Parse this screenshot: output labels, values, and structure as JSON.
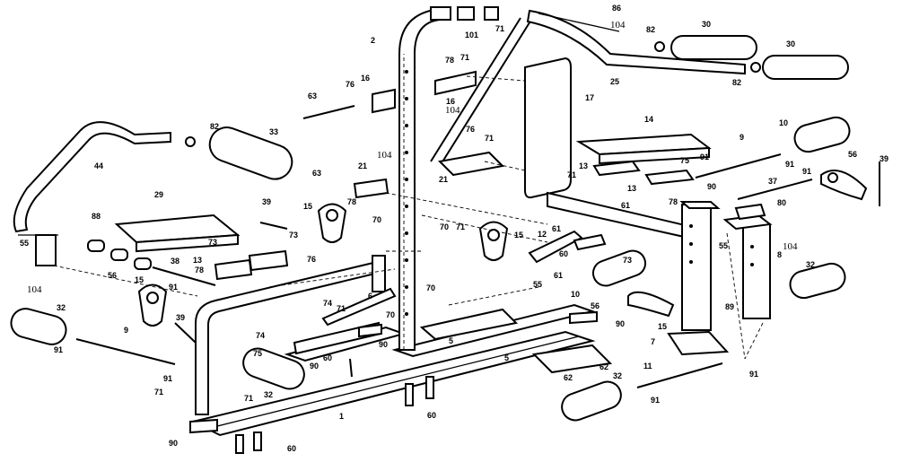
{
  "labels": {
    "l1": "1",
    "l2": "2",
    "l5a": "5",
    "l5b": "5",
    "l6": "6",
    "l7": "7",
    "l8": "8",
    "l9a": "9",
    "l9b": "9",
    "l10a": "10",
    "l10b": "10",
    "l11": "11",
    "l12": "12",
    "l13a": "13",
    "l13b": "13",
    "l13c": "13",
    "l14": "14",
    "l15a": "15",
    "l15b": "15",
    "l15c": "15",
    "l15d": "15",
    "l16a": "16",
    "l16b": "16",
    "l17": "17",
    "l21a": "21",
    "l21b": "21",
    "l25": "25",
    "l29": "29",
    "l30a": "30",
    "l30b": "30",
    "l32a": "32",
    "l32b": "32",
    "l32c": "32",
    "l32d": "32",
    "l33": "33",
    "l37": "37",
    "l38": "38",
    "l39a": "39",
    "l39b": "39",
    "l39c": "39",
    "l44": "44",
    "l55a": "55",
    "l55b": "55",
    "l55c": "55",
    "l56a": "56",
    "l56b": "56",
    "l56c": "56",
    "l60a": "60",
    "l60b": "60",
    "l60c": "60",
    "l60d": "60",
    "l61a": "61",
    "l61b": "61",
    "l61c": "61",
    "l62a": "62",
    "l62b": "62",
    "l63a": "63",
    "l63b": "63",
    "l70a": "70",
    "l70b": "70",
    "l70c": "70",
    "l70d": "70",
    "l71a": "71",
    "l71b": "71",
    "l71c": "71",
    "l71d": "71",
    "l71e": "71",
    "l71f": "71",
    "l71g": "71",
    "l71h": "71",
    "l73a": "73",
    "l73b": "73",
    "l73c": "73",
    "l74a": "74",
    "l74b": "74",
    "l75a": "75",
    "l75b": "75",
    "l76a": "76",
    "l76b": "76",
    "l76c": "76",
    "l78a": "78",
    "l78b": "78",
    "l78c": "78",
    "l78d": "78",
    "l80": "80",
    "l82a": "82",
    "l82b": "82",
    "l82c": "82",
    "l86": "86",
    "l88": "88",
    "l89": "89",
    "l90a": "90",
    "l90b": "90",
    "l90c": "90",
    "l90d": "90",
    "l90e": "90",
    "l91a": "91",
    "l91b": "91",
    "l91c": "91",
    "l91d": "91",
    "l91e": "91",
    "l91f": "91",
    "l91g": "91",
    "l91h": "91",
    "l101": "101",
    "l104a": "104",
    "l104b": "104",
    "l104c": "104",
    "l104d": "104",
    "l104e": "104"
  }
}
